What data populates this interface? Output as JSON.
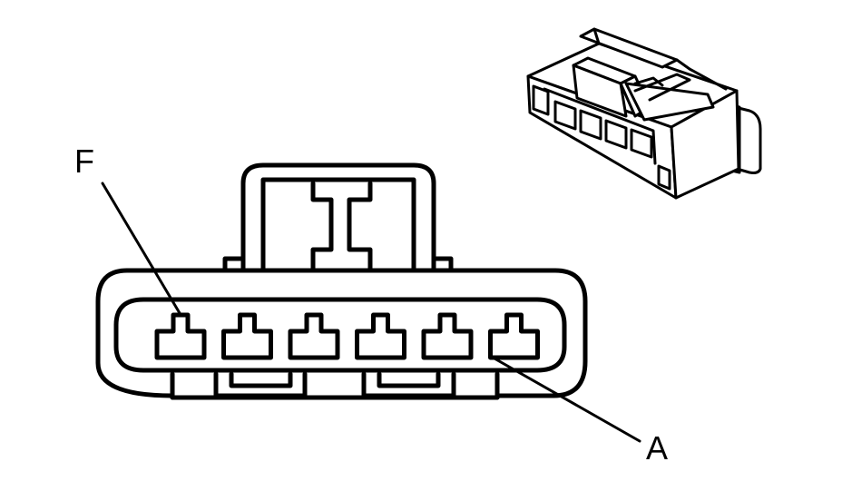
{
  "labels": {
    "pin_f": "F",
    "pin_a": "A"
  },
  "connector": {
    "cavity_count": 6
  },
  "colors": {
    "line": "#000000",
    "background": "#ffffff"
  }
}
